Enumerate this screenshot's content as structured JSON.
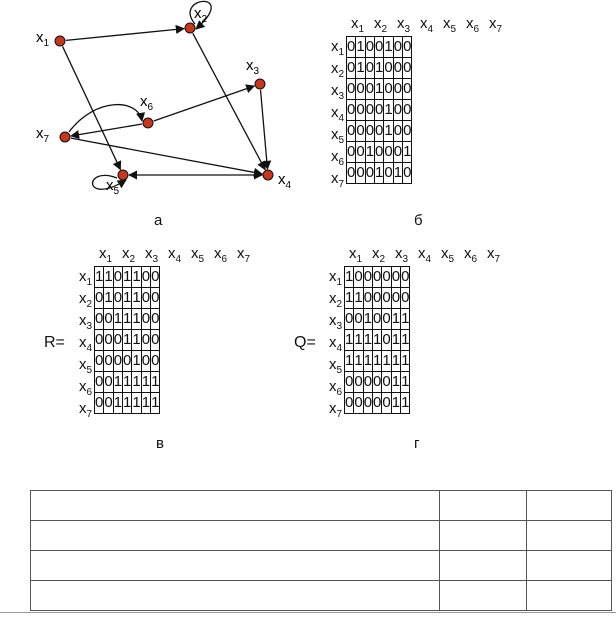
{
  "graph": {
    "nodes": [
      {
        "id": "x1",
        "label": "x",
        "sub": "1"
      },
      {
        "id": "x2",
        "label": "x",
        "sub": "2"
      },
      {
        "id": "x3",
        "label": "x",
        "sub": "3"
      },
      {
        "id": "x4",
        "label": "x",
        "sub": "4"
      },
      {
        "id": "x5",
        "label": "x",
        "sub": "5"
      },
      {
        "id": "x6",
        "label": "x",
        "sub": "6"
      },
      {
        "id": "x7",
        "label": "x",
        "sub": "7"
      }
    ],
    "edges": [
      [
        "x1",
        "x2"
      ],
      [
        "x1",
        "x5"
      ],
      [
        "x2",
        "x2"
      ],
      [
        "x2",
        "x4"
      ],
      [
        "x3",
        "x4"
      ],
      [
        "x4",
        "x5"
      ],
      [
        "x5",
        "x4"
      ],
      [
        "x5",
        "x5"
      ],
      [
        "x6",
        "x3"
      ],
      [
        "x6",
        "x7"
      ],
      [
        "x7",
        "x4"
      ],
      [
        "x7",
        "x6"
      ]
    ],
    "node_color": "#c8361b"
  },
  "panel_labels": {
    "a": "а",
    "b": "б",
    "v": "в",
    "g": "г"
  },
  "headers": [
    "x1",
    "x2",
    "x3",
    "x4",
    "x5",
    "x6",
    "x7"
  ],
  "matrices": {
    "adjacency": {
      "name": "",
      "rows": [
        [
          0,
          1,
          0,
          0,
          1,
          0,
          0
        ],
        [
          0,
          1,
          0,
          1,
          0,
          0,
          0
        ],
        [
          0,
          0,
          0,
          1,
          0,
          0,
          0
        ],
        [
          0,
          0,
          0,
          0,
          1,
          0,
          0
        ],
        [
          0,
          0,
          0,
          0,
          1,
          0,
          0
        ],
        [
          0,
          0,
          1,
          0,
          0,
          0,
          1
        ],
        [
          0,
          0,
          0,
          1,
          0,
          1,
          0
        ]
      ]
    },
    "R": {
      "name": "R=",
      "rows": [
        [
          1,
          1,
          0,
          1,
          1,
          0,
          0
        ],
        [
          0,
          1,
          0,
          1,
          1,
          0,
          0
        ],
        [
          0,
          0,
          1,
          1,
          1,
          0,
          0
        ],
        [
          0,
          0,
          0,
          1,
          1,
          0,
          0
        ],
        [
          0,
          0,
          0,
          0,
          1,
          0,
          0
        ],
        [
          0,
          0,
          1,
          1,
          1,
          1,
          1
        ],
        [
          0,
          0,
          1,
          1,
          1,
          1,
          1
        ]
      ]
    },
    "Q": {
      "name": "Q=",
      "rows": [
        [
          1,
          0,
          0,
          0,
          0,
          0,
          0
        ],
        [
          1,
          1,
          0,
          0,
          0,
          0,
          0
        ],
        [
          0,
          0,
          1,
          0,
          0,
          1,
          1
        ],
        [
          1,
          1,
          1,
          1,
          0,
          1,
          1
        ],
        [
          1,
          1,
          1,
          1,
          1,
          1,
          1
        ],
        [
          0,
          0,
          0,
          0,
          0,
          1,
          1
        ],
        [
          0,
          0,
          0,
          0,
          0,
          1,
          1
        ]
      ]
    }
  },
  "footer_table": {
    "rows": 4,
    "cols": 3
  }
}
